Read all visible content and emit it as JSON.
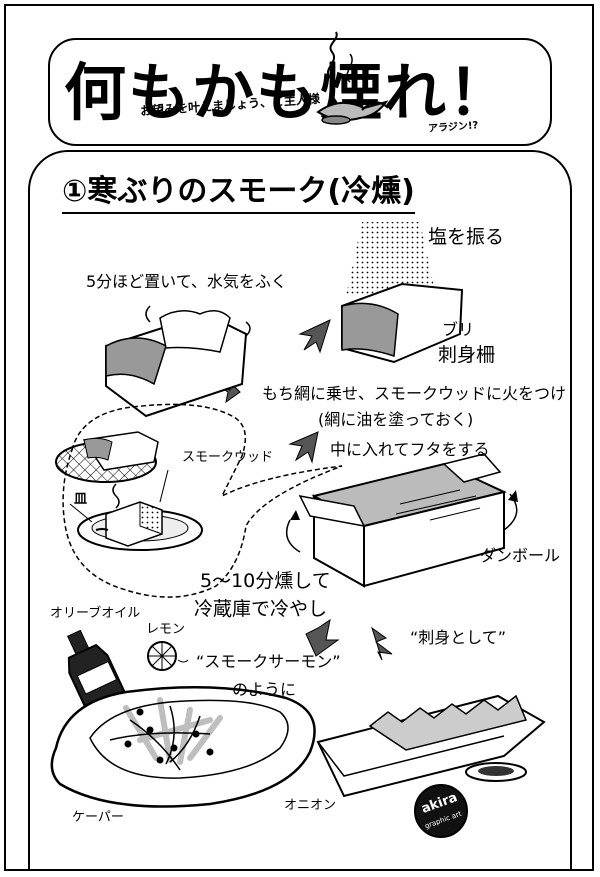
{
  "header": {
    "title": "何もかも煙れ！",
    "subtitle": "お望みを叶えましょう、ご主人様",
    "aside": "アラジン!?"
  },
  "section": {
    "heading": "①寒ぶりのスモーク(冷燻)"
  },
  "steps": {
    "salt": "塩を振る",
    "fish_line1": "ブリ",
    "fish_line2": "刺身柵",
    "rest": "5分ほど置いて、水気をふく",
    "net_line1": "もち網に乗せ、スモークウッドに火をつけ",
    "net_line2": "(網に油を塗っておく)",
    "net_line3": "中に入れてフタをする",
    "smokewood": "スモークウッド",
    "plate": "皿",
    "cardboard": "ダンボール",
    "chill_line1": "5〜10分燻して",
    "chill_line2": "冷蔵庫で冷やし"
  },
  "serving": {
    "olive_oil": "オリーブオイル",
    "lemon": "レモン",
    "smoked_salmon_line1": "“スモークサーモン”",
    "smoked_salmon_line2": "のように",
    "sashimi": "“刺身として”",
    "caper": "ケーパー",
    "onion": "オニオン"
  },
  "badge": {
    "main": "akira",
    "sub": "graphic art"
  }
}
